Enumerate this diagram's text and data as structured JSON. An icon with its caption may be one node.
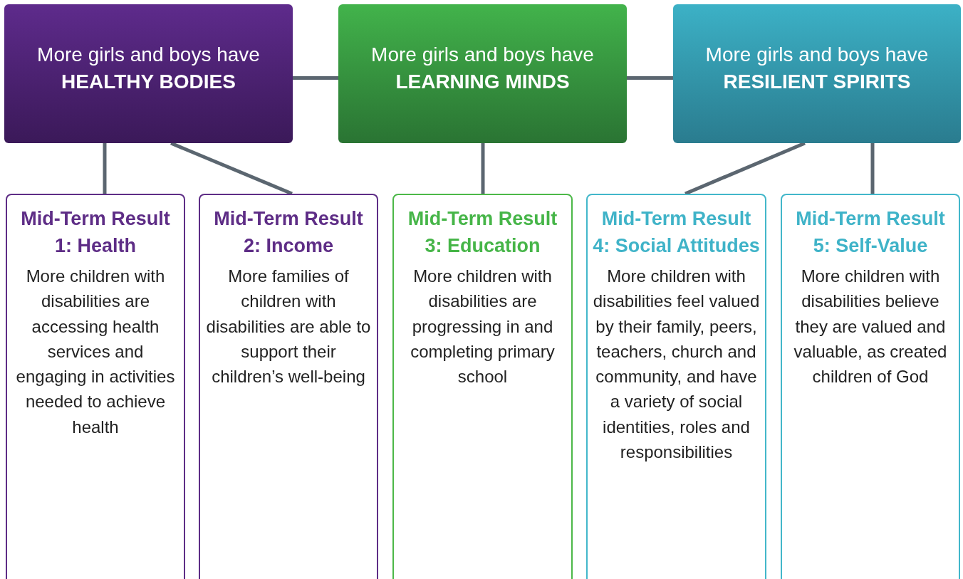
{
  "diagram": {
    "nodes": [
      {
        "text": [
          "More girls and boys have",
          "HEALTHY BODIES"
        ]
      },
      {
        "text": [
          "More girls and boys have",
          "LEARNING MINDS"
        ]
      },
      {
        "text": [
          "More girls and boys have",
          "RESILIENT SPIRITS"
        ]
      },
      {
        "text": [
          "Mid-Term Result 1: Health",
          "More children with disabilities are accessing health services and engaging in activities needed to achieve health"
        ]
      },
      {
        "text": [
          "Mid-Term Result 2: Income",
          "More families of children with disabilities are able to support their children’s well-being"
        ]
      },
      {
        "text": [
          "Mid-Term Result 3: Education",
          "More children with disabilities are progressing in and completing primary school"
        ]
      },
      {
        "text": [
          "Mid-Term Result 4: Social Attitudes",
          "More children with disabilities feel valued by their family, peers, teachers, church and community, and have a variety of social identities, roles and responsibilities"
        ]
      },
      {
        "text": [
          "Mid-Term Result 5: Self-Value",
          "More children with disabilities believe they are valued and valuable, as created children of God"
        ]
      }
    ],
    "edges": [
      {
        "from": 0,
        "to": 1,
        "arrow": "none"
      },
      {
        "from": 1,
        "to": 2,
        "arrow": "none"
      },
      {
        "from": 0,
        "to": 3,
        "arrow": "none"
      },
      {
        "from": 0,
        "to": 4,
        "arrow": "none"
      },
      {
        "from": 1,
        "to": 5,
        "arrow": "none"
      },
      {
        "from": 2,
        "to": 6,
        "arrow": "none"
      },
      {
        "from": 2,
        "to": 7,
        "arrow": "none"
      }
    ]
  }
}
